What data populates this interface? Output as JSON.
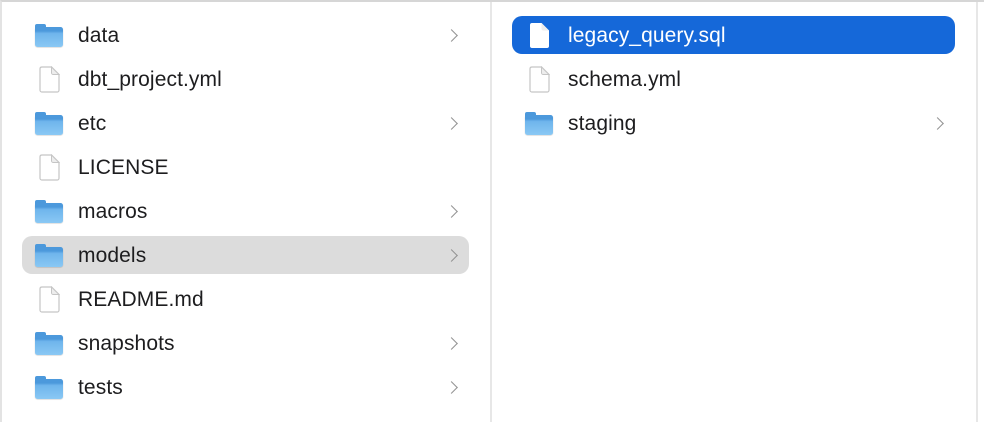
{
  "app": {
    "name": "Finder column view"
  },
  "colors": {
    "background": "#ffffff",
    "selection_primary": "#1568d9",
    "selection_primary_text": "#ffffff",
    "selection_secondary": "#dcdcdc",
    "text": "#1d1d1f",
    "chevron": "#929292",
    "divider": "#e7e7e7",
    "folder_back": "#4c99dc",
    "folder_front_top": "#6fb5ec",
    "folder_front_bottom": "#8ac8f4",
    "file_stroke": "#c5c5c5",
    "file_fold": "#ededed"
  },
  "columns": [
    {
      "name": "column-1",
      "items": [
        {
          "label": "data",
          "type": "folder",
          "has_chevron": true,
          "selected": "none"
        },
        {
          "label": "dbt_project.yml",
          "type": "file",
          "has_chevron": false,
          "selected": "none"
        },
        {
          "label": "etc",
          "type": "folder",
          "has_chevron": true,
          "selected": "none"
        },
        {
          "label": "LICENSE",
          "type": "file",
          "has_chevron": false,
          "selected": "none"
        },
        {
          "label": "macros",
          "type": "folder",
          "has_chevron": true,
          "selected": "none"
        },
        {
          "label": "models",
          "type": "folder",
          "has_chevron": true,
          "selected": "secondary"
        },
        {
          "label": "README.md",
          "type": "file",
          "has_chevron": false,
          "selected": "none"
        },
        {
          "label": "snapshots",
          "type": "folder",
          "has_chevron": true,
          "selected": "none"
        },
        {
          "label": "tests",
          "type": "folder",
          "has_chevron": true,
          "selected": "none"
        }
      ]
    },
    {
      "name": "column-2",
      "items": [
        {
          "label": "legacy_query.sql",
          "type": "file",
          "has_chevron": false,
          "selected": "primary"
        },
        {
          "label": "schema.yml",
          "type": "file",
          "has_chevron": false,
          "selected": "none"
        },
        {
          "label": "staging",
          "type": "folder",
          "has_chevron": true,
          "selected": "none"
        }
      ]
    }
  ]
}
